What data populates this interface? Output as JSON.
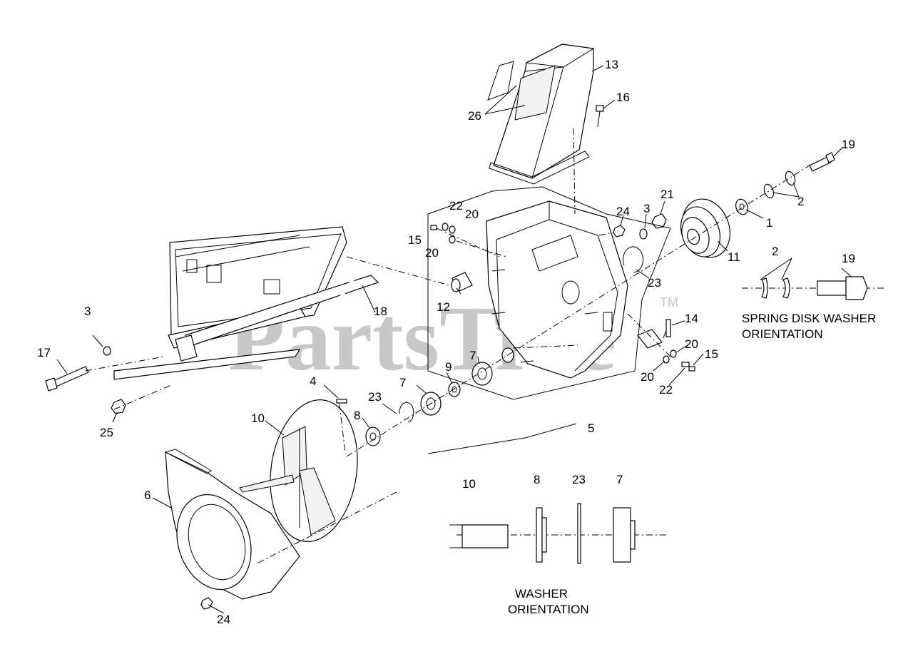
{
  "watermark": {
    "text": "PartsTree",
    "trademark": "TM"
  },
  "callouts": {
    "c1": "1",
    "c2a": "2",
    "c2b": "2",
    "c3a": "3",
    "c3b": "3",
    "c4": "4",
    "c5": "5",
    "c6": "6",
    "c7a": "7",
    "c7b": "7",
    "c7c": "7",
    "c8a": "8",
    "c8b": "8",
    "c9": "9",
    "c10a": "10",
    "c10b": "10",
    "c11": "11",
    "c12": "12",
    "c13": "13",
    "c14": "14",
    "c15a": "15",
    "c15b": "15",
    "c16": "16",
    "c17": "17",
    "c18": "18",
    "c19a": "19",
    "c19b": "19",
    "c20a": "20",
    "c20b": "20",
    "c20c": "20",
    "c20d": "20",
    "c21": "21",
    "c22a": "22",
    "c22b": "22",
    "c23a": "23",
    "c23b": "23",
    "c23c": "23",
    "c24a": "24",
    "c24b": "24",
    "c25": "25",
    "c26": "26"
  },
  "captions": {
    "spring_line1": "SPRING DISK WASHER",
    "spring_line2": "ORIENTATION",
    "washer_line1": "WASHER",
    "washer_line2": "ORIENTATION"
  }
}
